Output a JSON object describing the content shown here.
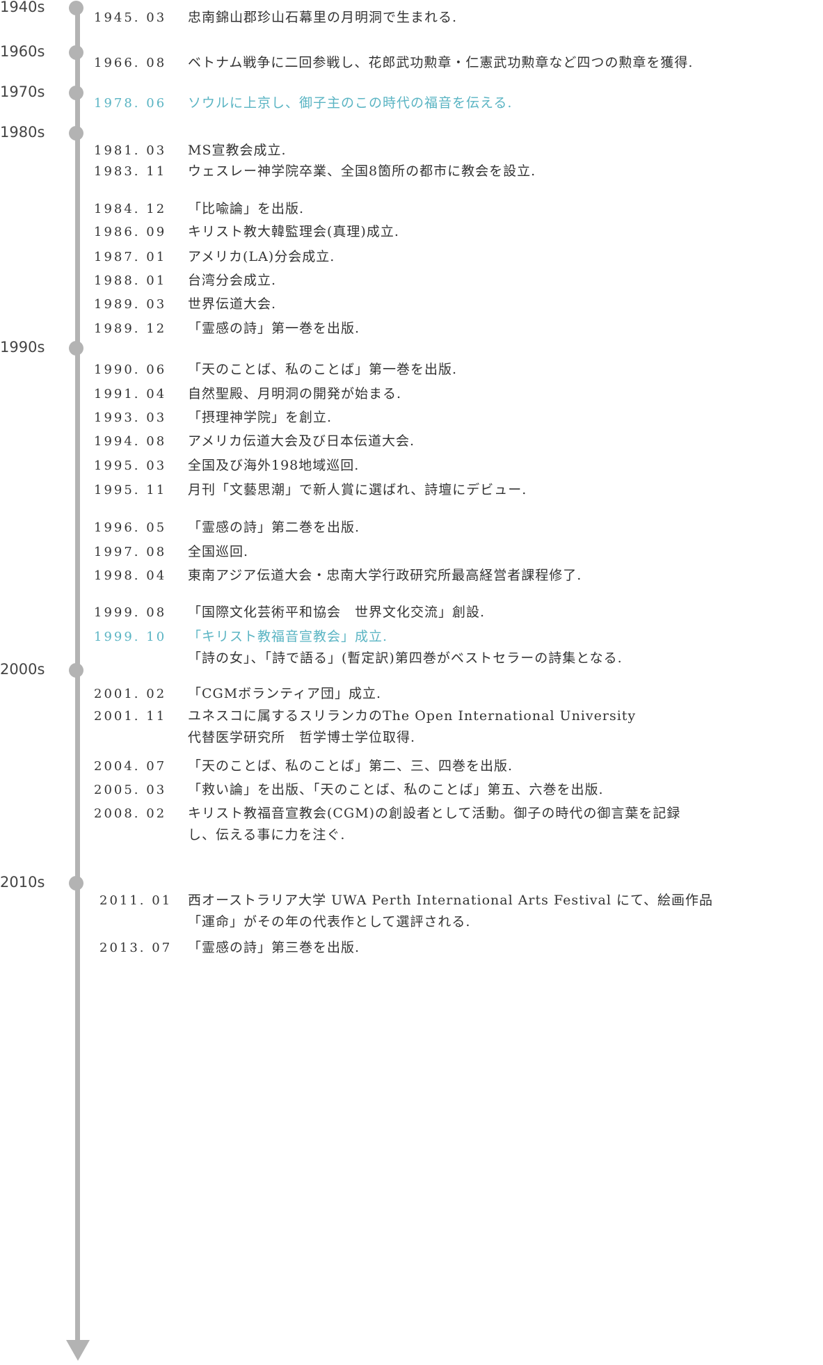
{
  "timeline": {
    "decades": [
      {
        "label": "1940s"
      },
      {
        "label": "1960s"
      },
      {
        "label": "1970s"
      },
      {
        "label": "1980s"
      },
      {
        "label": "1990s"
      },
      {
        "label": "2000s"
      },
      {
        "label": "2010s"
      }
    ],
    "highlight_color": "#5ab4c3",
    "axis_color": "#b3b3b3",
    "events": [
      {
        "date": "1945. 03",
        "lines": [
          "忠南錦山郡珍山石幕里の月明洞で生まれる."
        ]
      },
      {
        "date": "1966. 08",
        "lines": [
          "ベトナム戦争に二回参戦し、花郎武功勲章・仁憲武功勲章など四つの勲章を獲得."
        ]
      },
      {
        "date": "1978. 06",
        "lines": [
          "ソウルに上京し、御子主のこの時代の福音を伝える."
        ],
        "highlight": true
      },
      {
        "date": "1981. 03",
        "lines": [
          "MS宣教会成立."
        ]
      },
      {
        "date": "1983. 11",
        "lines": [
          "ウェスレー神学院卒業、全国8箇所の都市に教会を設立."
        ]
      },
      {
        "date": "1984. 12",
        "lines": [
          "「比喩論」を出版."
        ]
      },
      {
        "date": "1986. 09",
        "lines": [
          "キリスト教大韓監理会(真理)成立."
        ]
      },
      {
        "date": "1987. 01",
        "lines": [
          "アメリカ(LA)分会成立."
        ]
      },
      {
        "date": "1988. 01",
        "lines": [
          "台湾分会成立."
        ]
      },
      {
        "date": "1989. 03",
        "lines": [
          "世界伝道大会."
        ]
      },
      {
        "date": "1989. 12",
        "lines": [
          "「霊感の詩」第一巻を出版."
        ]
      },
      {
        "date": "1990. 06",
        "lines": [
          "「天のことば、私のことば」第一巻を出版."
        ]
      },
      {
        "date": "1991. 04",
        "lines": [
          "自然聖殿、月明洞の開発が始まる."
        ]
      },
      {
        "date": "1993. 03",
        "lines": [
          "「摂理神学院」を創立."
        ]
      },
      {
        "date": "1994. 08",
        "lines": [
          "アメリカ伝道大会及び日本伝道大会."
        ]
      },
      {
        "date": "1995. 03",
        "lines": [
          "全国及び海外198地域巡回."
        ]
      },
      {
        "date": "1995. 11",
        "lines": [
          "月刊「文藝思潮」で新人賞に選ばれ、詩壇にデビュー."
        ]
      },
      {
        "date": "1996. 05",
        "lines": [
          "「霊感の詩」第二巻を出版."
        ]
      },
      {
        "date": "1997. 08",
        "lines": [
          "全国巡回."
        ]
      },
      {
        "date": "1998. 04",
        "lines": [
          "東南アジア伝道大会・忠南大学行政研究所最高経営者課程修了."
        ]
      },
      {
        "date": "1999. 08",
        "lines": [
          "「国際文化芸術平和協会　世界文化交流」創設."
        ]
      },
      {
        "date": "1999. 10",
        "lines": [
          "「キリスト教福音宣教会」成立.",
          "「詩の女」、「詩で語る」(暫定訳)第四巻がベストセラーの詩集となる."
        ],
        "highlight": true
      },
      {
        "date": "2001. 02",
        "lines": [
          "「CGMボランティア団」成立."
        ]
      },
      {
        "date": "2001. 11",
        "lines": [
          "ユネスコに属するスリランカのThe Open International University",
          "代替医学研究所　哲学博士学位取得."
        ]
      },
      {
        "date": "2004. 07",
        "lines": [
          "「天のことば、私のことば」第二、三、四巻を出版."
        ]
      },
      {
        "date": "2005. 03",
        "lines": [
          "「救い論」を出版、「天のことば、私のことば」第五、六巻を出版."
        ]
      },
      {
        "date": "2008. 02",
        "lines": [
          "キリスト教福音宣教会(CGM)の創設者として活動。御子の時代の御言葉を記録",
          "し、伝える事に力を注ぐ."
        ]
      },
      {
        "date": "2011. 01",
        "lines": [
          "西オーストラリア大学 UWA Perth International Arts Festival にて、絵画作品",
          "「運命」がその年の代表作として選評される."
        ]
      },
      {
        "date": "2013. 07",
        "lines": [
          "「霊感の詩」第三巻を出版."
        ]
      }
    ]
  }
}
